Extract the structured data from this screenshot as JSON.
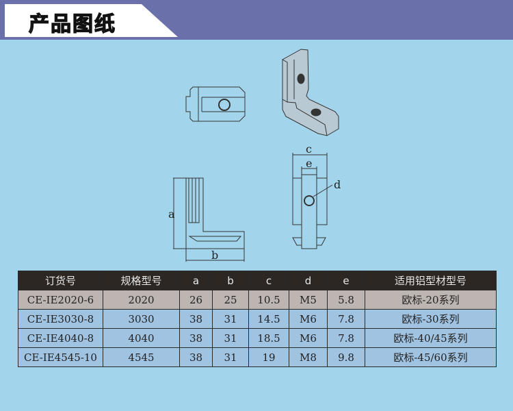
{
  "header": {
    "title": "产品图纸"
  },
  "drawing": {
    "labels": {
      "a": "a",
      "b": "b",
      "c": "c",
      "d": "d",
      "e": "e"
    }
  },
  "table": {
    "headers": [
      "订货号",
      "规格型号",
      "a",
      "b",
      "c",
      "d",
      "e",
      "适用铝型材型号"
    ],
    "rows": [
      [
        "CE-IE2020-6",
        "2020",
        "26",
        "25",
        "10.5",
        "M5",
        "5.8",
        "欧标-20系列"
      ],
      [
        "CE-IE3030-8",
        "3030",
        "38",
        "31",
        "14.5",
        "M6",
        "7.8",
        "欧标-30系列"
      ],
      [
        "CE-IE4040-8",
        "4040",
        "38",
        "31",
        "18.5",
        "M6",
        "7.8",
        "欧标-40/45系列"
      ],
      [
        "CE-IE4545-10",
        "4545",
        "38",
        "31",
        "19",
        "M8",
        "9.8",
        "欧标-45/60系列"
      ]
    ]
  }
}
